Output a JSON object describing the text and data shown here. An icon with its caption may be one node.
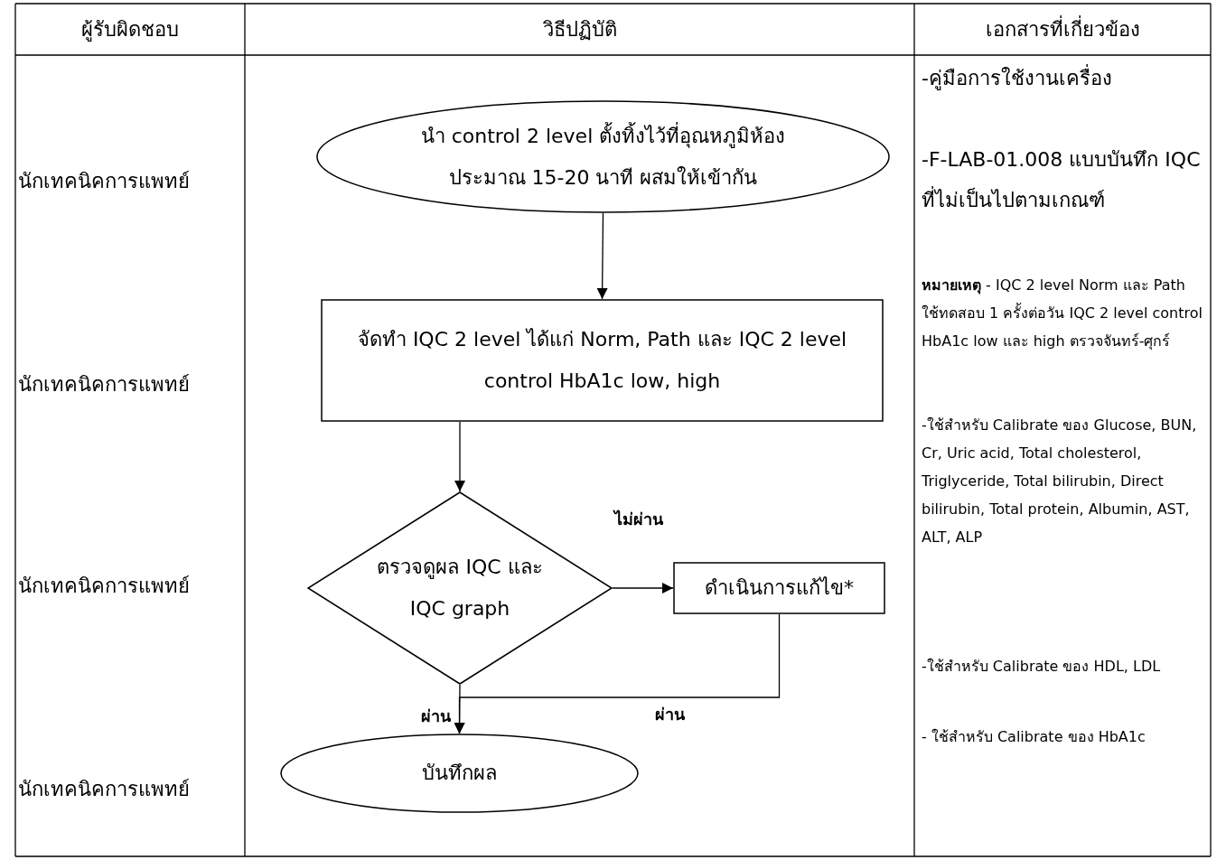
{
  "diagram": {
    "nodes": [
      {
        "text": [
          "นำ control 2 level ตั้งทิ้งไว้ที่อุณหภูมิห้อง ประมาณ 15-20 นาที ผสมให้เข้ากัน"
        ]
      },
      {
        "text": [
          "จัดทำ IQC 2 level ได้แก่ Norm, Path และ  IQC 2 level control HbA1c low, high"
        ]
      },
      {
        "text": [
          "ตรวจดูผล IQC และ IQC graph"
        ]
      },
      {
        "text": [
          "ดำเนินการแก้ไข*"
        ]
      },
      {
        "text": [
          "บันทึกผล"
        ]
      }
    ],
    "edges": [
      {
        "from": 0,
        "to": 1,
        "arrow": "to"
      },
      {
        "from": 1,
        "to": 2,
        "arrow": "to"
      },
      {
        "from": 2,
        "to": 3,
        "arrow": "to",
        "label": "ไม่ผ่าน"
      },
      {
        "from": 3,
        "to": 4,
        "arrow": "to",
        "label": "ผ่าน"
      },
      {
        "from": 2,
        "to": 4,
        "arrow": "to",
        "label": "ผ่าน"
      }
    ],
    "labels": [
      "ผู้รับผิดชอบ",
      "วิธีปฏิบัติ",
      "เอกสารที่เกี่ยวข้อง",
      "นักเทคนิคการแพทย์",
      "นักเทคนิคการแพทย์",
      "นักเทคนิคการแพทย์",
      "นักเทคนิคการแพทย์",
      "-คู่มือการใช้งานเครื่อง",
      "-F-LAB-01.008 แบบบันทึก IQC ที่ไม่เป็นไปตามเกณฑ์",
      "**หมายเหตุ** - IQC 2 level Norm และ Path ใช้ทดสอบ 1 ครั้งต่อวัน IQC 2 level control HbA1c low และ high ตรวจจันทร์-ศุกร์",
      "-ใช้สำหรับ Calibrate ของ Glucose, BUN, Cr, Uric acid, Total cholesterol, Triglyceride, Total bilirubin, Direct bilirubin, Total protein, Albumin, AST, ALT, ALP",
      "-ใช้สำหรับ Calibrate ของ HDL, LDL",
      "- ใช้สำหรับ Calibrate ของ HbA1c"
    ]
  }
}
